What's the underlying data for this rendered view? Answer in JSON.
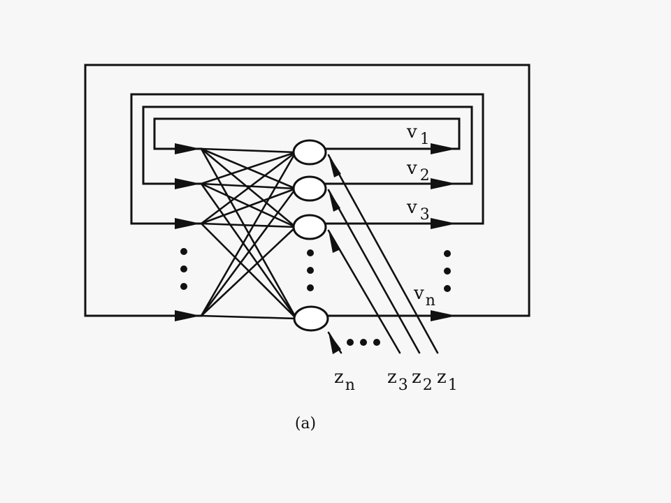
{
  "diagram": {
    "outputs": [
      {
        "main": "v",
        "sub": "1"
      },
      {
        "main": "v",
        "sub": "2"
      },
      {
        "main": "v",
        "sub": "3"
      },
      {
        "main": "v",
        "sub": "n"
      }
    ],
    "inputs": [
      {
        "main": "z",
        "sub": "n"
      },
      {
        "main": "z",
        "sub": "3"
      },
      {
        "main": "z",
        "sub": "2"
      },
      {
        "main": "z",
        "sub": "1"
      }
    ],
    "caption": "(a)"
  },
  "colors": {
    "ink": "#111111",
    "paper": "#f7f7f7",
    "neuron_fill": "#ffffff"
  }
}
